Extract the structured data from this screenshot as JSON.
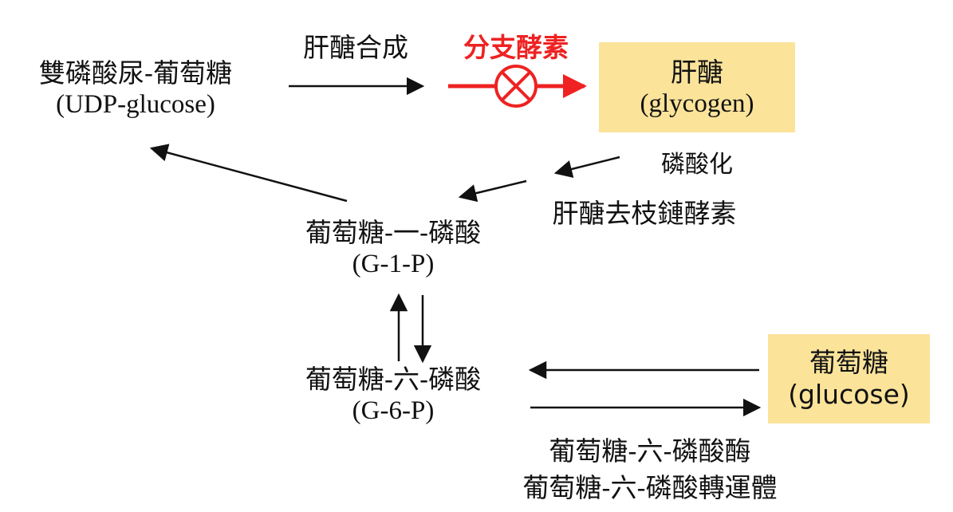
{
  "nodes": {
    "udp": {
      "name": "雙磷酸尿-葡萄糖",
      "sub": "(UDP-glucose)"
    },
    "glycogen": {
      "name": "肝醣",
      "sub": "(glycogen)"
    },
    "g1p": {
      "name": "葡萄糖-一-磷酸",
      "sub": "(G-1-P)"
    },
    "g6p": {
      "name": "葡萄糖-六-磷酸",
      "sub": "(G-6-P)"
    },
    "glucose": {
      "name": "葡萄糖",
      "sub": "(glucose)"
    }
  },
  "edge_labels": {
    "glycogen_synthesis": "肝醣合成",
    "branching_enzyme": "分支酵素",
    "phosphorylation": "磷酸化",
    "debranching_enzyme": "肝醣去枝鏈酵素",
    "g6pase": "葡萄糖-六-磷酸酶",
    "g6p_transporter": "葡萄糖-六-磷酸轉運體"
  },
  "colors": {
    "highlight_box": "#fbe39a",
    "blocked": "#ee2222",
    "arrow": "#111111"
  }
}
